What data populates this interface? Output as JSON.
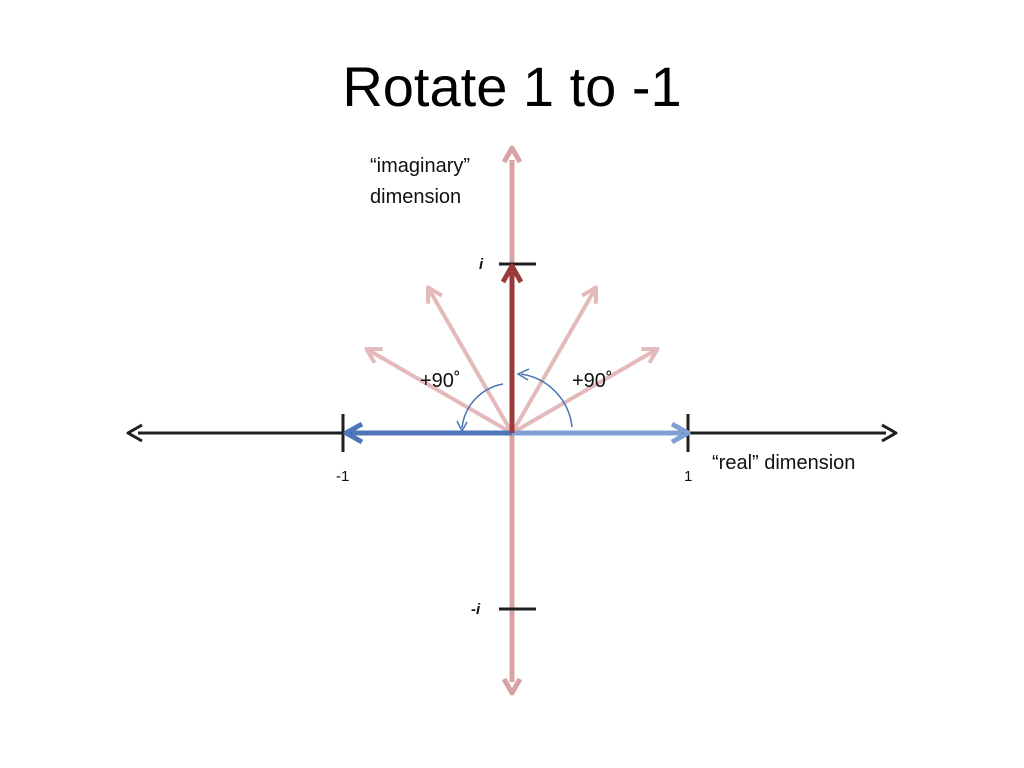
{
  "title": "Rotate 1 to -1",
  "imaginary_axis": {
    "line1": "“imaginary”",
    "line2": "dimension"
  },
  "real_axis": {
    "label": "“real” dimension"
  },
  "ticks": {
    "i": "i",
    "neg_i": "-i",
    "neg_one": "-1",
    "one": "1"
  },
  "angles": {
    "left": "+90˚",
    "right": "+90˚"
  },
  "colors": {
    "real_axis": "#1f1f1f",
    "imaginary_axis": "#d9a3a6",
    "vector_blue": "#4f76b8",
    "vector_i": "#9c3a3a",
    "faded_vector": "#e3b9bb",
    "arc": "#4a74b6"
  },
  "faded_vector_angles_deg": [
    30,
    60,
    120,
    150
  ]
}
